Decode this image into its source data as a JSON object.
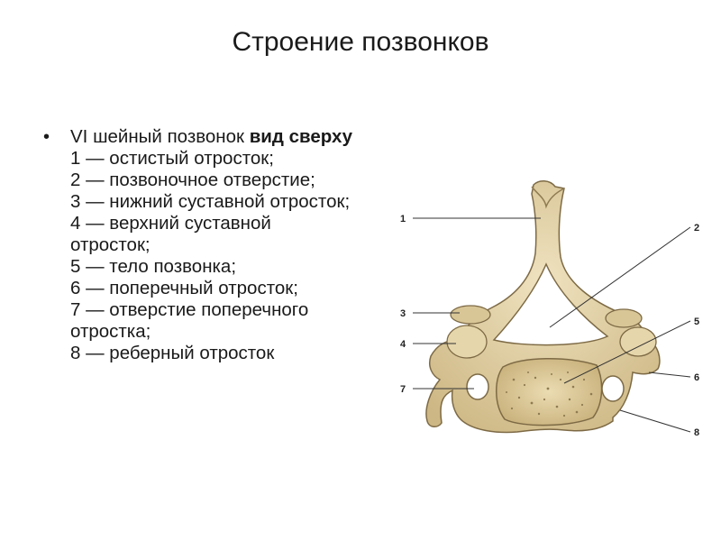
{
  "slide": {
    "title": "Строение позвонков"
  },
  "caption": {
    "head_normal": "VI шейный позвонок ",
    "head_bold": "вид сверху",
    "legend": [
      "1 — остистый отросток;",
      "2 — позвоночное отверстие;",
      "3 — нижний суставной отросток;",
      "4 — верхний суставной отросток;",
      "5 — тело позвонка;",
      "6 — поперечный отросток;",
      "7 — отверстие поперечного отростка;",
      "8 — реберный отросток"
    ]
  },
  "figure": {
    "callouts": [
      "1",
      "2",
      "3",
      "4",
      "5",
      "6",
      "7",
      "8"
    ],
    "colors": {
      "bone": "#e4d3a8",
      "bone_shade": "#c9b27d",
      "bone_outline": "#7d6a45",
      "body_fill": "#e2d2a2",
      "pores": "#8f7b52",
      "leader": "#333333"
    }
  }
}
